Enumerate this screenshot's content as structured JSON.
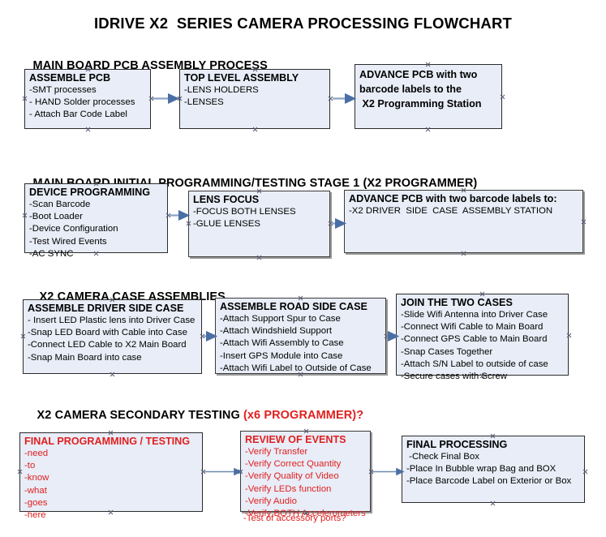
{
  "title": "IDRIVE X2  SERIES CAMERA PROCESSING FLOWCHART",
  "colors": {
    "node_fill": "#e8edf7",
    "node_border": "#2b2b2b",
    "red_text": "#e02020",
    "arrow_line": "#7f9cc0",
    "arrow_head": "#4a6fa5",
    "background": "#ffffff"
  },
  "sections": [
    {
      "id": "section-pcb-assembly",
      "heading": "MAIN BOARD PCB ASSEMBLY PROCESS",
      "heading_accent": "",
      "nodes": [
        {
          "id": "assemble-pcb",
          "title": "ASSEMBLE PCB",
          "lines": [
            "-SMT processes",
            "- HAND Solder processes",
            "- Attach Bar Code Label"
          ]
        },
        {
          "id": "top-level-assembly",
          "title": "TOP LEVEL ASSEMBLY",
          "lines": [
            "-LENS HOLDERS",
            "-LENSES"
          ]
        },
        {
          "id": "advance-pcb-to-x2-station",
          "title": "ADVANCE PCB with two",
          "lines": [
            "barcode labels to the",
            " X2 Programming Station"
          ]
        }
      ]
    },
    {
      "id": "section-initial-programming",
      "heading": "MAIN BOARD INITIAL PROGRAMMING/TESTING STAGE 1 (X2 PROGRAMMER)",
      "heading_accent": "",
      "nodes": [
        {
          "id": "device-programming",
          "title": "DEVICE PROGRAMMING",
          "lines": [
            "-Scan Barcode",
            "-Boot Loader",
            "-Device Configuration",
            "-Test Wired Events",
            "-AC SYNC"
          ]
        },
        {
          "id": "lens-focus",
          "title": "LENS FOCUS",
          "lines": [
            "-FOCUS BOTH LENSES",
            "-GLUE LENSES"
          ]
        },
        {
          "id": "advance-pcb-to-driver-case",
          "title": "ADVANCE PCB with two barcode labels to:",
          "lines": [
            "-X2 DRIVER  SIDE  CASE  ASSEMBLY STATION"
          ]
        }
      ]
    },
    {
      "id": "section-case-assemblies",
      "heading": "X2 CAMERA CASE ASSEMBLIES",
      "heading_accent": "",
      "nodes": [
        {
          "id": "assemble-driver-side-case",
          "title": "ASSEMBLE DRIVER SIDE CASE",
          "lines": [
            "- Insert LED Plastic lens into Driver Case",
            "-Snap LED Board with Cable into Case",
            "-Connect LED Cable to X2 Main Board",
            "-Snap Main Board into case"
          ]
        },
        {
          "id": "assemble-road-side-case",
          "title": "ASSEMBLE ROAD SIDE CASE",
          "lines": [
            "-Attach Support Spur to Case",
            "-Attach Windshield Support",
            "-Attach Wifi Assembly to Case",
            "-Insert GPS Module into Case",
            "-Attach Wifi Label to Outside of Case"
          ]
        },
        {
          "id": "join-the-two-cases",
          "title": "JOIN THE TWO CASES",
          "lines": [
            "-Slide Wifi Antenna into Driver Case",
            "-Connect Wifi Cable to Main Board",
            "-Connect GPS Cable to Main Board",
            "-Snap Cases Together",
            "-Attach S/N Label to outside of case",
            "-Secure cases with Screw"
          ]
        }
      ]
    },
    {
      "id": "section-secondary-testing",
      "heading": "X2 CAMERA SECONDARY TESTING ",
      "heading_accent": "(x6 PROGRAMMER)?",
      "nodes": [
        {
          "id": "final-programming-testing",
          "title": "FINAL PROGRAMMING / TESTING",
          "lines": [
            "-need",
            "-to",
            "-know",
            "-what",
            "-goes",
            "-here"
          ]
        },
        {
          "id": "review-of-events",
          "title": "REVIEW OF EVENTS",
          "lines": [
            "-Verify Transfer",
            "-Verify Correct Quantity",
            "-Verify Quality of Video",
            "-Verify LEDs function",
            "-Verify Audio",
            "-Verify BOTH Accelerometers"
          ],
          "overflow_line": "-Test of accessory ports?"
        },
        {
          "id": "final-processing",
          "title": "FINAL PROCESSING",
          "lines": [
            " -Check Final Box",
            "-Place In Bubble wrap Bag and BOX",
            "-Place Barcode Label on Exterior or Box"
          ]
        }
      ]
    }
  ]
}
